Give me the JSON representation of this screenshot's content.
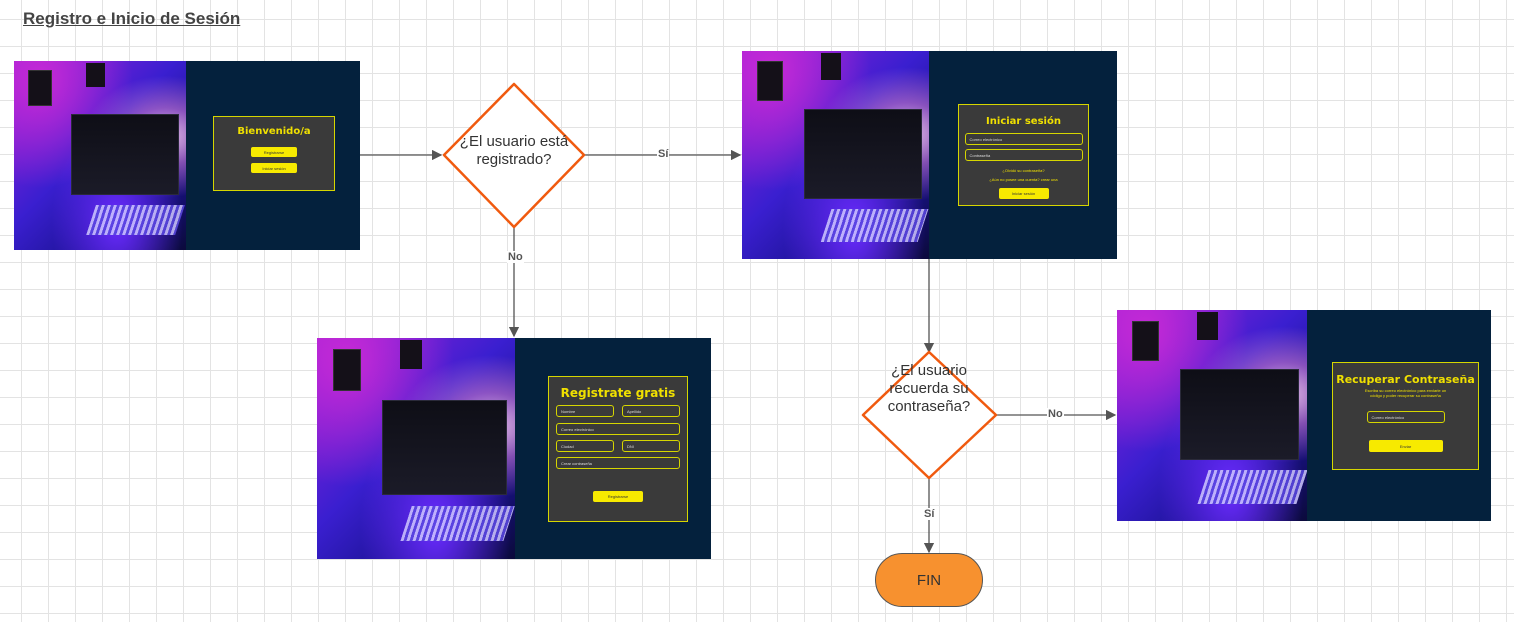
{
  "title": "Registro e Inicio de Sesión",
  "decisions": {
    "registered": "¿El usuario está registrado?",
    "remembers": "¿El usuario recuerda su contraseña?"
  },
  "edge_labels": {
    "registered_yes": "Sí",
    "registered_no": "No",
    "remembers_no": "No",
    "remembers_yes": "Sí"
  },
  "end_label": "FIN",
  "screens": {
    "welcome": {
      "title": "Bienvenido/a",
      "register_button": "Registrarse",
      "login_button": "Iniciar sesión"
    },
    "login": {
      "title": "Iniciar sesión",
      "email_placeholder": "Correo electrónico",
      "password_placeholder": "Contraseña",
      "forgot_link": "¿Olvidó su contraseña?",
      "no_account_link": "¿Aún no posee una cuenta? crear una",
      "submit_button": "Iniciar sesión"
    },
    "register": {
      "title": "Registrate gratis",
      "name_placeholder": "Nombre",
      "lastname_placeholder": "Apellido",
      "email_placeholder": "Correo electrónico",
      "city_placeholder": "Ciudad",
      "id_placeholder": "DNI",
      "password_placeholder": "Crear contraseña",
      "submit_button": "Registrarse"
    },
    "recover": {
      "title": "Recuperar Contraseña",
      "description": "Escriba su correo electrónico para enviarle un código y poder recuperar su contraseña",
      "email_placeholder": "Correo electrónico",
      "submit_button": "Enviar"
    }
  },
  "colors": {
    "decision_border": "#f05a0f",
    "end_fill": "#f7912f",
    "panel_bg": "#04213d",
    "accent_yellow": "#f7ea00"
  }
}
